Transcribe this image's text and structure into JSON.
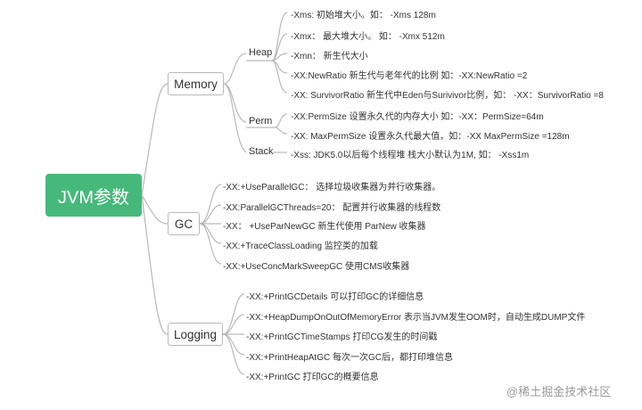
{
  "root": "JVM参数",
  "branches": [
    {
      "label": "Memory",
      "groups": [
        {
          "label": "Heap",
          "items": [
            "-Xms: 初始堆大小。如： -Xms 128m",
            "-Xmx： 最大堆大小。 如： -Xmx 512m",
            "-Xmn： 新生代大小",
            "-XX:NewRatio  新生代与老年代的比例 如：-XX:NewRatio =2",
            "-XX: SurvivorRatio 新生代中Eden与Surivivor比例，如： -XX：SurvivorRatio =8"
          ]
        },
        {
          "label": "Perm",
          "items": [
            "-XX:PermSize  设置永久代的内存大小 如：-XX：PermSize=64m",
            "-XX:  MaxPermSize 设置永久代最大值，如：-XX MaxPermSize =128m"
          ]
        },
        {
          "label": "Stack",
          "items": [
            "-Xss:  JDK5.0以后每个线程堆 栈大小默认为1M, 如： -Xss1m"
          ]
        }
      ]
    },
    {
      "label": "GC",
      "items": [
        "-XX:+UseParallelGC：  选择垃圾收集器为并行收集器。",
        "-XX:ParallelGCThreads=20：  配置并行收集器的线程数",
        "-XX：  +UseParNewGC 新生代使用 ParNew 收集器",
        "-XX:+TraceClassLoading 监控类的加载",
        "-XX:+UseConcMarkSweepGC 使用CMS收集器"
      ]
    },
    {
      "label": "Logging",
      "items": [
        "-XX:+PrintGCDetails 可以打印GC的详细信息",
        "-XX:+HeapDumpOnOutOfMemoryError 表示当JVM发生OOM时，自动生成DUMP文件",
        "-XX:+PrintGCTimeStamps 打印CG发生的时间戳",
        "-XX:+PrintHeapAtGC 每次一次GC后，都打印堆信息",
        "-XX:+PrintGC 打印GC的概要信息"
      ]
    }
  ],
  "watermark": "@稀土掘金技术社区",
  "colors": {
    "root_bg": "#46b97a",
    "line": "#b9b9b9",
    "text": "#333333"
  }
}
